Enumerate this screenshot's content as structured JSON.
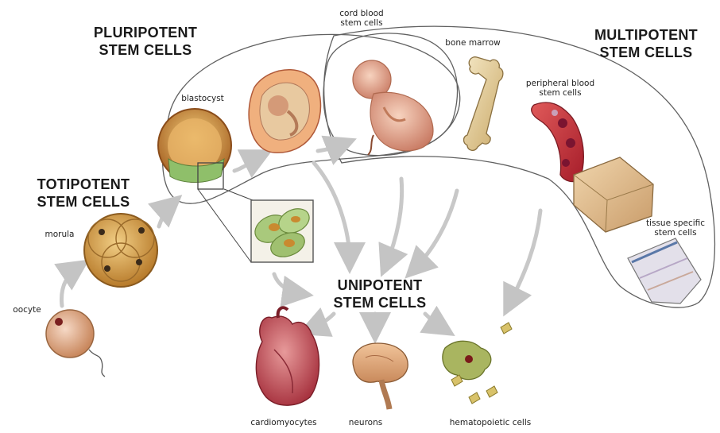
{
  "diagram": {
    "titles": {
      "pluripotent": [
        "PLURIPOTENT",
        "STEM CELLS"
      ],
      "multipotent": [
        "MULTIPOTENT",
        "STEM CELLS"
      ],
      "totipotent": [
        "TOTIPOTENT",
        "STEM CELLS"
      ],
      "unipotent": [
        "UNIPOTENT",
        "STEM CELLS"
      ]
    },
    "labels": {
      "cord_blood": [
        "cord blood",
        "stem cells"
      ],
      "bone_marrow": "bone marrow",
      "peripheral_blood": [
        "peripheral blood",
        "stem cells"
      ],
      "blastocyst": "blastocyst",
      "tissue_specific": [
        "tissue specific",
        "stem cells"
      ],
      "morula": "morula",
      "oocyte": "oocyte",
      "cardiomyocytes": "cardiomyocytes",
      "neurons": "neurons",
      "hematopoietic": "hematopoietic cells"
    },
    "colors": {
      "outline": "#555555",
      "arrow": "#c9c9c9",
      "text": "#1a1a1a"
    },
    "icons": [
      "oocyte-illustration",
      "morula-illustration",
      "blastocyst-illustration",
      "fetus-in-womb-illustration",
      "cord-blood-fetus-illustration",
      "bone-illustration",
      "blood-vessel-illustration",
      "tissue-block-illustration",
      "skin-tissue-illustration",
      "embryonic-cells-inset",
      "heart-illustration",
      "brain-illustration",
      "hematopoietic-cells-illustration"
    ]
  }
}
